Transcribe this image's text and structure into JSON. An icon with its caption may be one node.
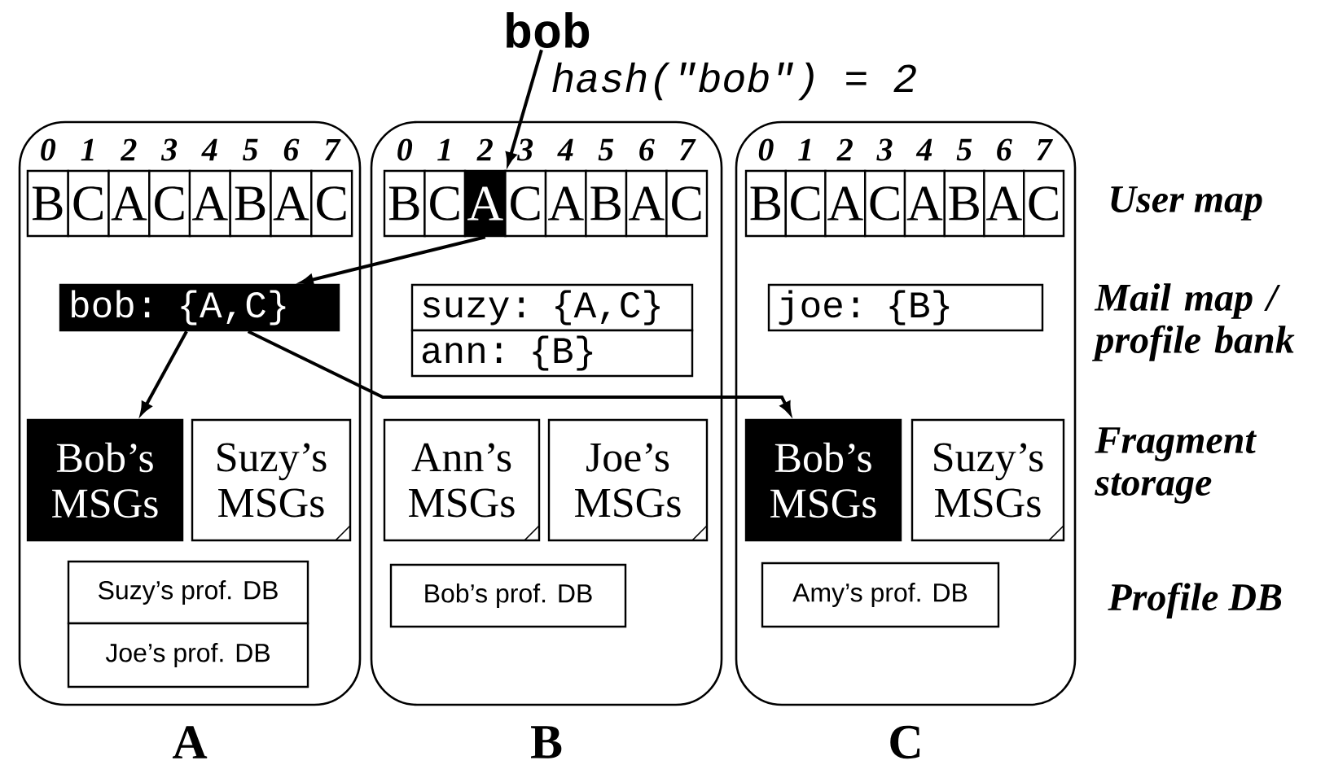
{
  "diagram": {
    "nodes": [
      {
        "text": [
          "A"
        ]
      },
      {
        "text": [
          "B"
        ],
        "in": 0,
        "beside": [
          "0"
        ]
      },
      {
        "text": [
          "C"
        ],
        "in": 0,
        "beside": [
          "1"
        ]
      },
      {
        "text": [
          "A"
        ],
        "in": 0,
        "beside": [
          "2"
        ]
      },
      {
        "text": [
          "C"
        ],
        "in": 0,
        "beside": [
          "3"
        ]
      },
      {
        "text": [
          "A"
        ],
        "in": 0,
        "beside": [
          "4"
        ]
      },
      {
        "text": [
          "B"
        ],
        "in": 0,
        "beside": [
          "5"
        ]
      },
      {
        "text": [
          "A"
        ],
        "in": 0,
        "beside": [
          "6"
        ]
      },
      {
        "text": [
          "C"
        ],
        "in": 0,
        "beside": [
          "7"
        ]
      },
      {
        "text": [
          "bob: {A,C}"
        ],
        "in": 0
      },
      {
        "text": [
          "Bob’s MSGs"
        ],
        "in": 0
      },
      {
        "text": [
          "Suzy’s MSGs"
        ],
        "in": 0
      },
      {
        "text": [
          "Suzy’s prof. DB"
        ],
        "in": 0
      },
      {
        "text": [
          "Joe’s prof. DB"
        ],
        "in": 0
      },
      {
        "text": [
          "B"
        ]
      },
      {
        "text": [
          "B"
        ],
        "in": 14,
        "beside": [
          "0"
        ]
      },
      {
        "text": [
          "C"
        ],
        "in": 14,
        "beside": [
          "1"
        ]
      },
      {
        "text": [
          "A"
        ],
        "in": 14,
        "beside": [
          "2"
        ]
      },
      {
        "text": [
          "C"
        ],
        "in": 14,
        "beside": [
          "3"
        ]
      },
      {
        "text": [
          "A"
        ],
        "in": 14,
        "beside": [
          "4"
        ]
      },
      {
        "text": [
          "B"
        ],
        "in": 14,
        "beside": [
          "5"
        ]
      },
      {
        "text": [
          "A"
        ],
        "in": 14,
        "beside": [
          "6"
        ]
      },
      {
        "text": [
          "C"
        ],
        "in": 14,
        "beside": [
          "7"
        ]
      },
      {
        "text": [
          "suzy: {A,C}"
        ],
        "in": 14
      },
      {
        "text": [
          "ann: {B}"
        ],
        "in": 14
      },
      {
        "text": [
          "Ann’s MSGs"
        ],
        "in": 14
      },
      {
        "text": [
          "Joe’s MSGs"
        ],
        "in": 14
      },
      {
        "text": [
          "Bob’s prof. DB"
        ],
        "in": 14
      },
      {
        "text": [
          "C"
        ]
      },
      {
        "text": [
          "B"
        ],
        "in": 28,
        "beside": [
          "0"
        ]
      },
      {
        "text": [
          "C"
        ],
        "in": 28,
        "beside": [
          "1"
        ]
      },
      {
        "text": [
          "A"
        ],
        "in": 28,
        "beside": [
          "2"
        ]
      },
      {
        "text": [
          "C"
        ],
        "in": 28,
        "beside": [
          "3"
        ]
      },
      {
        "text": [
          "A"
        ],
        "in": 28,
        "beside": [
          "4"
        ]
      },
      {
        "text": [
          "B"
        ],
        "in": 28,
        "beside": [
          "5"
        ]
      },
      {
        "text": [
          "A"
        ],
        "in": 28,
        "beside": [
          "6"
        ]
      },
      {
        "text": [
          "C"
        ],
        "in": 28,
        "beside": [
          "7"
        ]
      },
      {
        "text": [
          "joe: {B}"
        ],
        "in": 28
      },
      {
        "text": [
          "Bob’s MSGs"
        ],
        "in": 28
      },
      {
        "text": [
          "Suzy’s MSGs"
        ],
        "in": 28
      },
      {
        "text": [
          "Amy’s prof. DB"
        ],
        "in": 28
      },
      {
        "text": [
          "bob"
        ]
      }
    ],
    "edges": [
      {
        "from": 41,
        "to": 17,
        "arrow": "to"
      },
      {
        "from": 17,
        "to": 9,
        "arrow": "to"
      },
      {
        "from": 9,
        "to": 10,
        "arrow": "to"
      },
      {
        "from": 9,
        "to": 38,
        "arrow": "to"
      }
    ],
    "labels": [
      "hash(\"bob\") = 2",
      "User map",
      "Mail map / profile bank",
      "Fragment storage",
      "Profile DB"
    ]
  }
}
